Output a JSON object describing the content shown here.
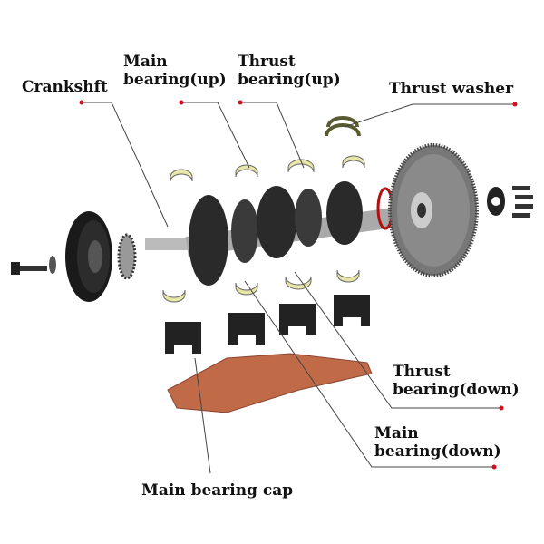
{
  "title": "Crankshaft assembly exploded view",
  "labels": {
    "crankshaft": "Crankshft",
    "main_bearing_up_1": "Main",
    "main_bearing_up_2": "bearing(up)",
    "thrust_bearing_up_1": "Thrust",
    "thrust_bearing_up_2": "bearing(up)",
    "thrust_washer": "Thrust washer",
    "thrust_bearing_down_1": "Thrust",
    "thrust_bearing_down_2": "bearing(down)",
    "main_bearing_down_1": "Main",
    "main_bearing_down_2": "bearing(down)",
    "main_bearing_cap": "Main bearing cap"
  },
  "colors": {
    "leader": "#444444",
    "dot": "#d0101a",
    "bearing": "#e8e6a8",
    "copper": "#c06a48"
  }
}
